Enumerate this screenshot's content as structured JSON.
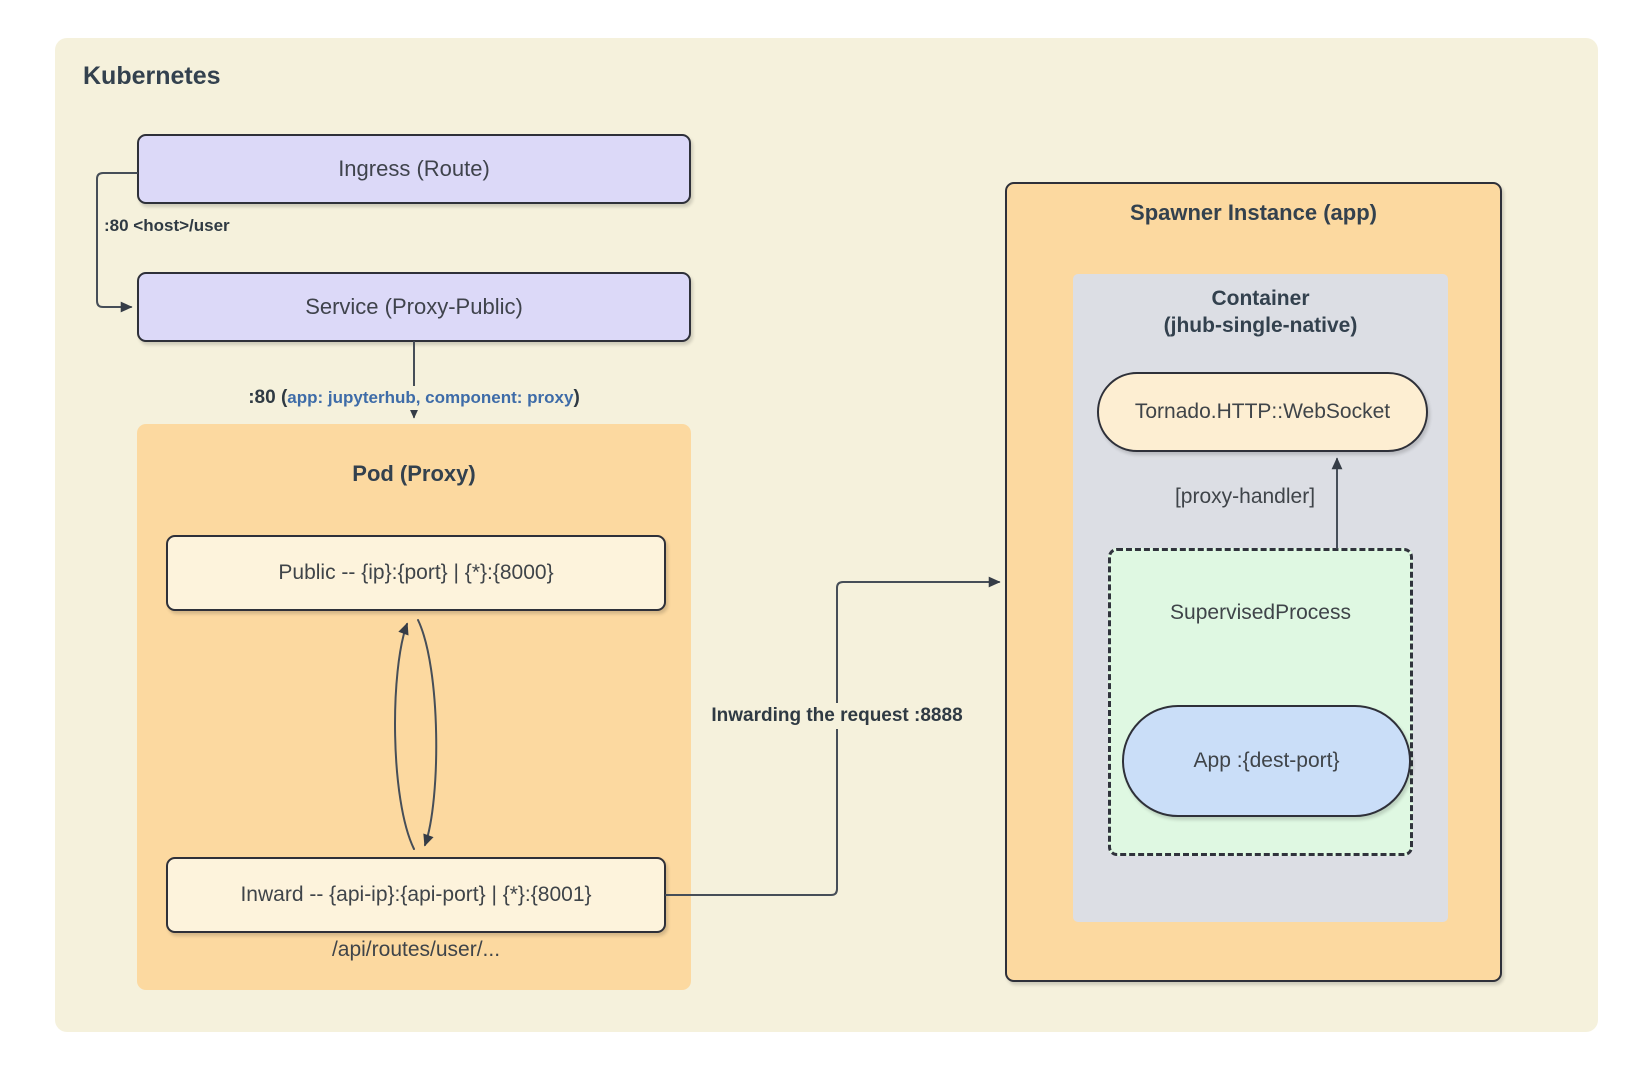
{
  "cluster": {
    "title": "Kubernetes"
  },
  "nodes": {
    "ingress": {
      "label": "Ingress (Route)"
    },
    "service": {
      "label": "Service (Proxy-Public)"
    },
    "pod": {
      "title": "Pod (Proxy)",
      "public": "Public -- {ip}:{port} | {*}:{8000}",
      "inward": "Inward -- {api-ip}:{api-port} | {*}:{8001}",
      "footnote": "/api/routes/user/..."
    },
    "spawner": {
      "title": "Spawner Instance (app)",
      "container": {
        "title_line1": "Container",
        "title_line2": "(jhub-single-native)",
        "tornado": "Tornado.HTTP::WebSocket",
        "supervised": {
          "title": "SupervisedProcess",
          "app": "App :{dest-port}"
        }
      }
    }
  },
  "edges": {
    "ingress_to_service": ":80 <host>/user",
    "service_to_pod": {
      "prefix": ":80 (",
      "selector": "app: jupyterhub, component: proxy",
      "suffix": ")"
    },
    "inward_to_spawner": "Inwarding the request :8888",
    "supervised_to_tornado": "[proxy-handler]"
  },
  "colors": {
    "page_bg": "#ffffff",
    "cluster_bg": "#f5f1dc",
    "node_lavender": "#dcd9f8",
    "node_orange": "#fcd9a0",
    "node_cream": "#fdf3dc",
    "node_cream_dark": "#fdeed2",
    "node_gray": "#dcdee4",
    "node_green": "#dff8e2",
    "node_blue": "#cadef8",
    "border_dark": "#2e3039",
    "connector_line": "#464e58",
    "text_dark": "#3f4449",
    "text_heading": "#33414e",
    "text_selector_blue": "#3e6ca8"
  }
}
